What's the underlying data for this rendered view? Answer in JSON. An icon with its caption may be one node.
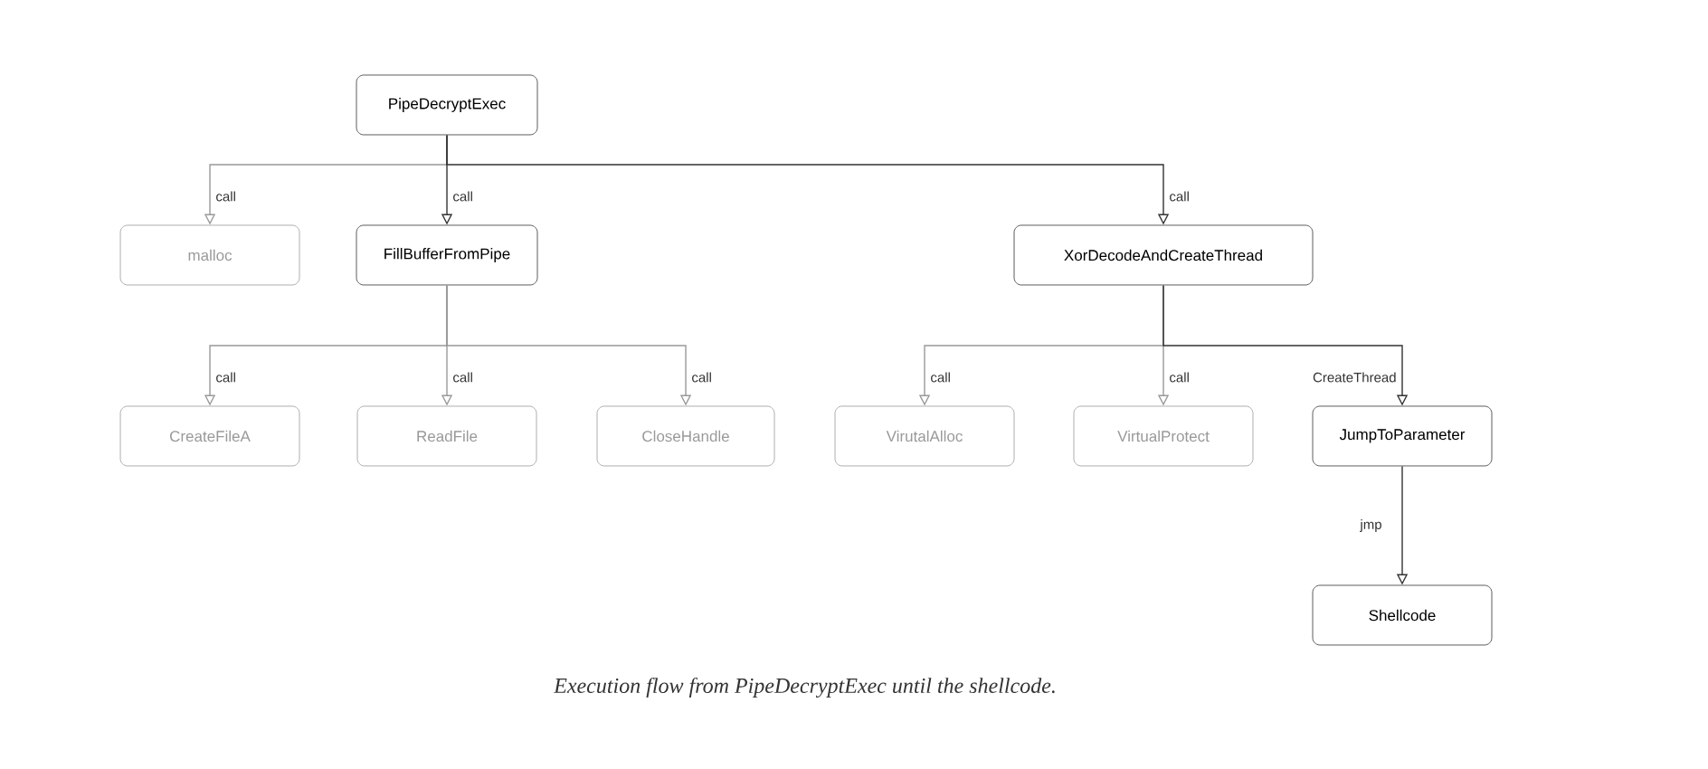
{
  "diagram": {
    "caption": "Execution flow from PipeDecryptExec until the shellcode.",
    "nodes": [
      {
        "text": [
          "PipeDecryptExec"
        ]
      },
      {
        "text": [
          "malloc"
        ]
      },
      {
        "text": [
          "FillBufferFromPipe"
        ]
      },
      {
        "text": [
          "XorDecodeAndCreateThread"
        ]
      },
      {
        "text": [
          "CreateFileA"
        ]
      },
      {
        "text": [
          "ReadFile"
        ]
      },
      {
        "text": [
          "CloseHandle"
        ]
      },
      {
        "text": [
          "VirutalAlloc"
        ]
      },
      {
        "text": [
          "VirtualProtect"
        ]
      },
      {
        "text": [
          "JumpToParameter"
        ]
      },
      {
        "text": [
          "Shellcode"
        ]
      }
    ],
    "edges": [
      {
        "from": 0,
        "to": 1,
        "arrow": "to",
        "label": "call"
      },
      {
        "from": 0,
        "to": 2,
        "arrow": "to",
        "label": "call",
        "color": "#333333"
      },
      {
        "from": 0,
        "to": 3,
        "arrow": "to",
        "label": "call",
        "color": "#333333"
      },
      {
        "from": 2,
        "to": 4,
        "arrow": "to",
        "label": "call"
      },
      {
        "from": 2,
        "to": 5,
        "arrow": "to",
        "label": "call"
      },
      {
        "from": 2,
        "to": 6,
        "arrow": "to",
        "label": "call"
      },
      {
        "from": 3,
        "to": 7,
        "arrow": "to",
        "label": "call"
      },
      {
        "from": 3,
        "to": 8,
        "arrow": "to",
        "label": "call"
      },
      {
        "from": 3,
        "to": 9,
        "arrow": "to",
        "label": "CreateThread",
        "color": "#333333"
      },
      {
        "from": 9,
        "to": 10,
        "arrow": "to",
        "label": "jmp",
        "color": "#333333"
      }
    ]
  }
}
